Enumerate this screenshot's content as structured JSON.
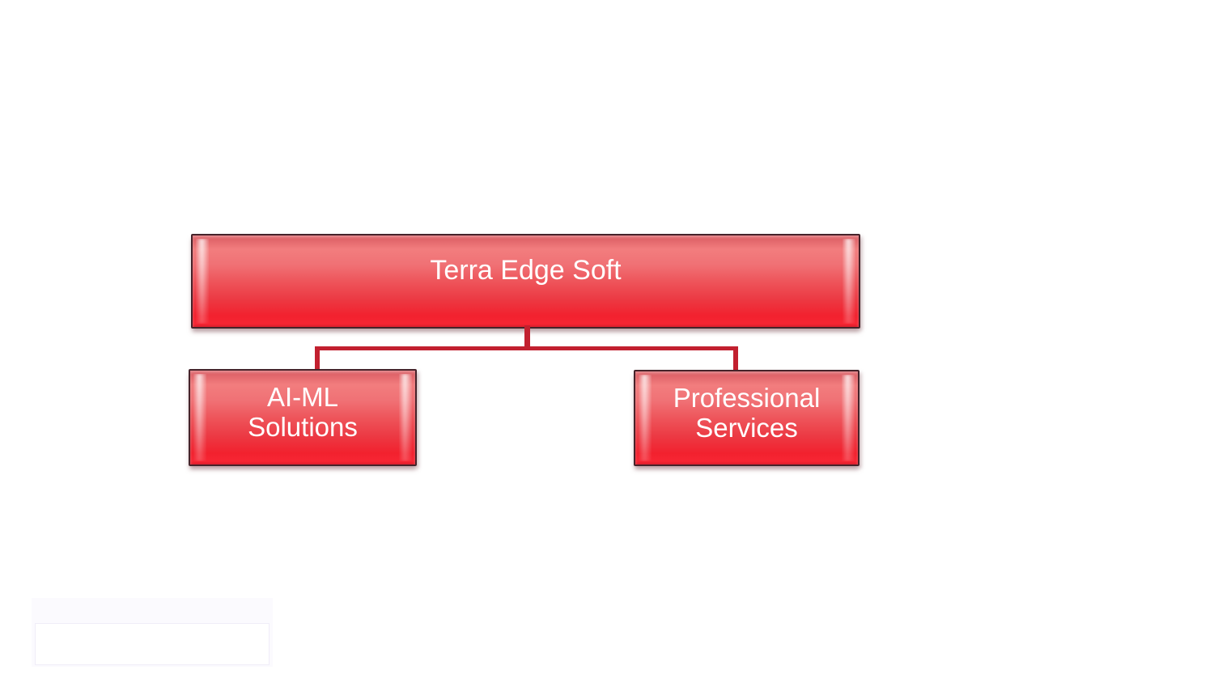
{
  "page": {
    "background_color": "#ffffff"
  },
  "org_chart": {
    "type": "hierarchy-diagram",
    "root": {
      "label": "Terra Edge Soft"
    },
    "children": [
      {
        "label": "AI-ML Solutions"
      },
      {
        "label": "Professional Services"
      }
    ]
  },
  "colors": {
    "page-background": "#ffffff",
    "node-fill-top": "#f27d7e",
    "node-fill-bottom": "#f92836",
    "node-border": "#46232a",
    "node-text": "#ffffff",
    "connector": "#c2202f",
    "ghost-panel-header": "#fbfafe",
    "ghost-panel-body": "#ffffff",
    "ghost-panel-border": "#f0edf8"
  }
}
